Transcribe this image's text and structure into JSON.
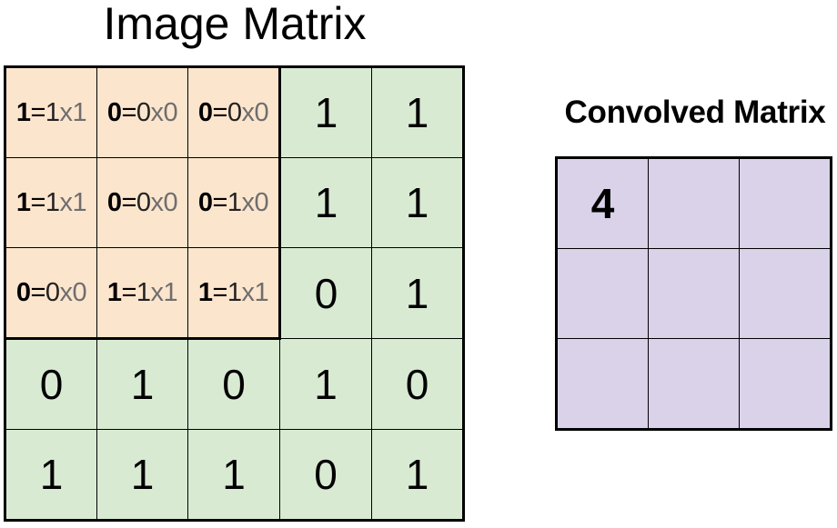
{
  "titles": {
    "image_matrix": "Image Matrix",
    "convolved_matrix": "Convolved Matrix"
  },
  "colors": {
    "image_cell": "#d9ead3",
    "kernel_window": "#fce5cd",
    "convolved_cell": "#d9d2e9",
    "multiplier_text": "#6e6e6e"
  },
  "image_matrix": {
    "rows": [
      [
        "1",
        "0",
        "0",
        "1",
        "1"
      ],
      [
        "1",
        "0",
        "0",
        "1",
        "1"
      ],
      [
        "0",
        "1",
        "1",
        "0",
        "1"
      ],
      [
        "0",
        "1",
        "0",
        "1",
        "0"
      ],
      [
        "1",
        "1",
        "1",
        "0",
        "1"
      ]
    ],
    "kernel_window": {
      "cells": [
        [
          {
            "res": "1",
            "a": "1",
            "b": "1"
          },
          {
            "res": "0",
            "a": "0",
            "b": "0"
          },
          {
            "res": "0",
            "a": "0",
            "b": "0"
          }
        ],
        [
          {
            "res": "1",
            "a": "1",
            "b": "1"
          },
          {
            "res": "0",
            "a": "0",
            "b": "0"
          },
          {
            "res": "0",
            "a": "1",
            "b": "0"
          }
        ],
        [
          {
            "res": "0",
            "a": "0",
            "b": "0"
          },
          {
            "res": "1",
            "a": "1",
            "b": "1"
          },
          {
            "res": "1",
            "a": "1",
            "b": "1"
          }
        ]
      ],
      "eq": "=",
      "times": "x"
    }
  },
  "convolved_matrix": {
    "rows": [
      [
        "4",
        "",
        ""
      ],
      [
        "",
        "",
        ""
      ],
      [
        "",
        "",
        ""
      ]
    ]
  }
}
